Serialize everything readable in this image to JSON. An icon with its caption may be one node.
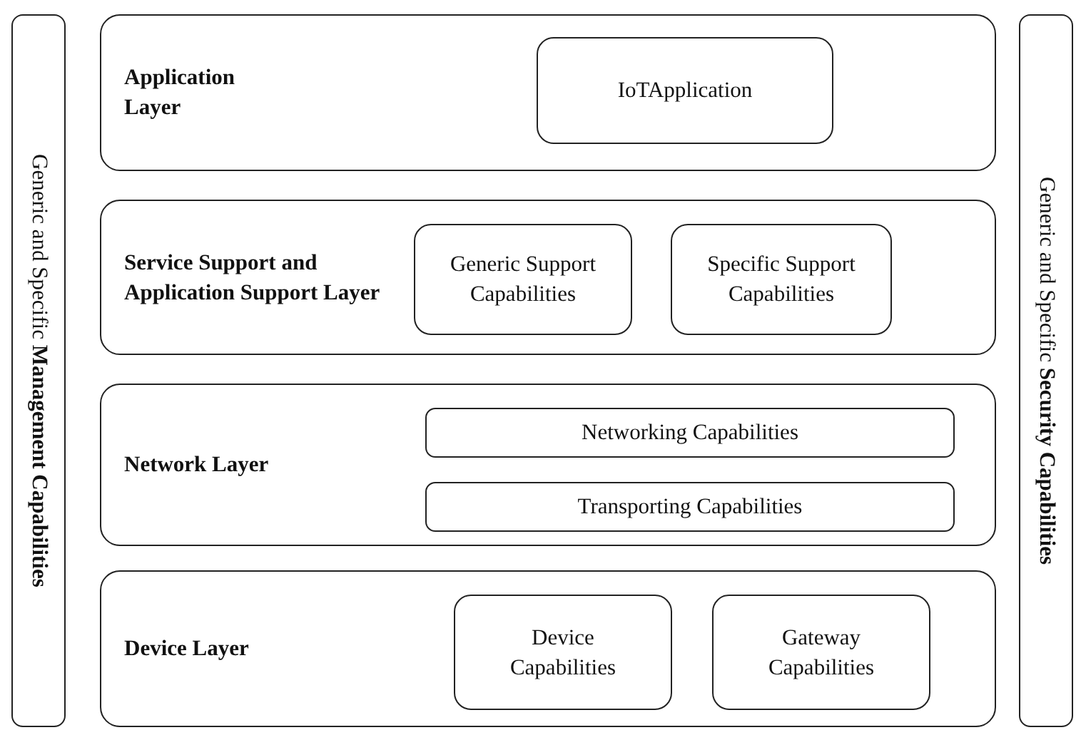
{
  "diagram": {
    "nodes": [
      {
        "text": [
          "Generic and Specific **Management Capabilities**"
        ]
      },
      {
        "text": [
          "Application Layer"
        ]
      },
      {
        "text": [
          "IoTApplication"
        ],
        "in": 1
      },
      {
        "text": [
          "Service Support and Application Support Layer"
        ]
      },
      {
        "text": [
          "Generic Support Capabilities"
        ],
        "in": 3
      },
      {
        "text": [
          "Specific Support Capabilities"
        ],
        "in": 3
      },
      {
        "text": [
          "Network Layer"
        ]
      },
      {
        "text": [
          "Networking Capabilities"
        ],
        "in": 6
      },
      {
        "text": [
          "Transporting Capabilities"
        ],
        "in": 6
      },
      {
        "text": [
          "Device Layer"
        ]
      },
      {
        "text": [
          "Device Capabilities"
        ],
        "in": 9
      },
      {
        "text": [
          "Gateway Capabilities"
        ],
        "in": 9
      },
      {
        "text": [
          "Generic and Specific **Security Capabilities**"
        ]
      }
    ]
  }
}
